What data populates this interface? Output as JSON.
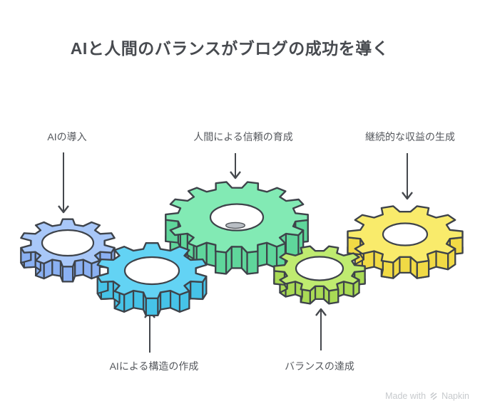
{
  "title": "AIと人間のバランスがブログの成功を導く",
  "background_color": "#ffffff",
  "outline_color": "#3e434a",
  "arrow_color": "#45484d",
  "text": {
    "title_color": "#474a4f",
    "label_color": "#54575c",
    "watermark_color": "#c7cacd"
  },
  "gears": [
    {
      "id": "ai-adoption",
      "label": "AIの導入",
      "color": "#a8c7f8",
      "side_color": "#8ab0f2"
    },
    {
      "id": "trust-by-humans",
      "label": "人間による信頼の育成",
      "color": "#82eab4",
      "side_color": "#5fd69b"
    },
    {
      "id": "sustained-revenue",
      "label": "継続的な収益の生成",
      "color": "#f9eb6b",
      "side_color": "#f1da45"
    },
    {
      "id": "structure-by-ai",
      "label": "AIによる構造の作成",
      "color": "#63d3f4",
      "side_color": "#46c3e8"
    },
    {
      "id": "balance-achieved",
      "label": "バランスの達成",
      "color": "#bfeb70",
      "side_color": "#a9da55"
    }
  ],
  "watermark": {
    "prefix": "Made with",
    "brand": "Napkin"
  }
}
